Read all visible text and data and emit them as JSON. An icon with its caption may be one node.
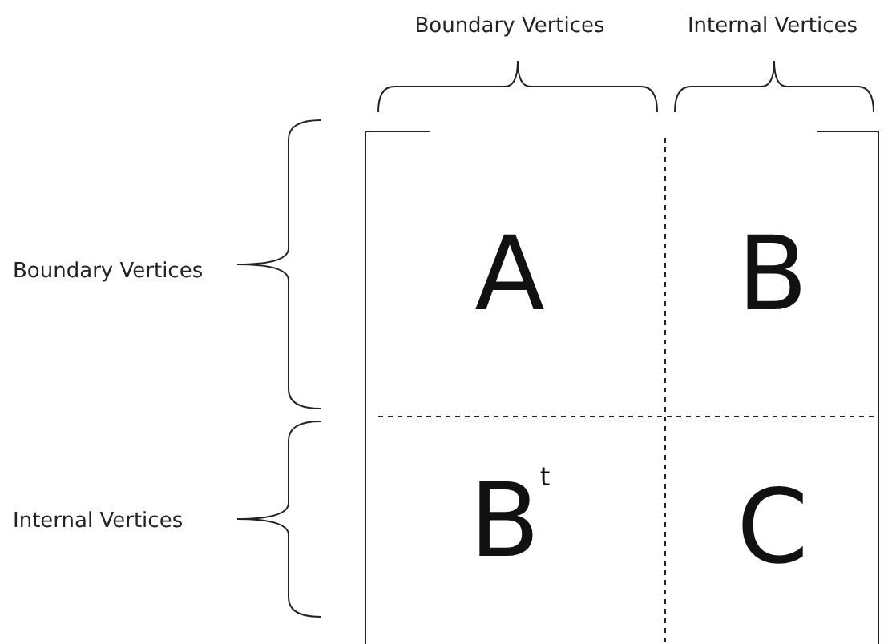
{
  "diagram": {
    "labels": [
      "Boundary Vertices",
      "Internal Vertices",
      "Boundary Vertices",
      "A",
      "B",
      "Internal Vertices",
      "B$^{t}$",
      "C"
    ]
  }
}
